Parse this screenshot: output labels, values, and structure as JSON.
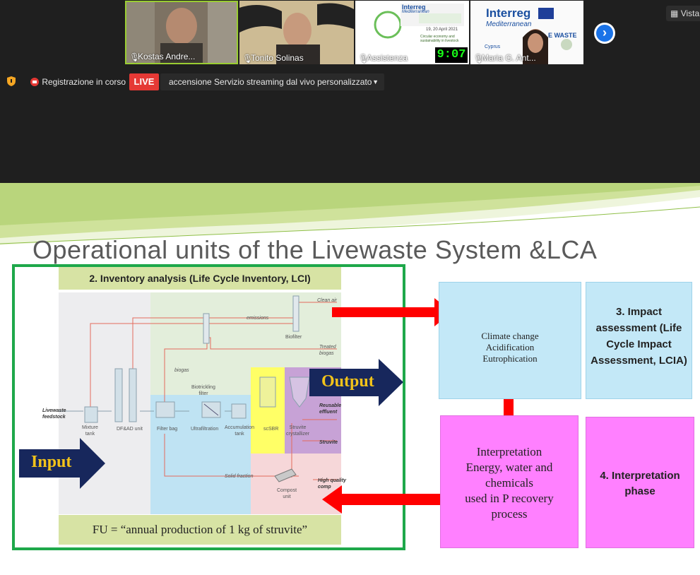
{
  "participants": [
    {
      "name": "Kostas Andre..."
    },
    {
      "name": "Tonito Solinas"
    },
    {
      "name": "Assistenza",
      "timer": "9:07"
    },
    {
      "name": "Maria G. Ant..."
    }
  ],
  "thumb3": {
    "logo": "Interreg",
    "sub": "Mediterranean",
    "date": "19, 20 April 2021",
    "caption": "Circular economy and sustainability in livestock"
  },
  "thumb4": {
    "logo": "Interreg",
    "sub": "Mediterranean",
    "badge": "E WASTE",
    "country": "Cyprus"
  },
  "view_button": "Vista",
  "recording": {
    "label": "Registrazione in corso"
  },
  "live": {
    "badge": "LIVE",
    "stream_label": "accensione Servizio streaming dal vivo personalizzato"
  },
  "slide": {
    "title": "Operational units of the Livewaste System &LCA",
    "inventory_header": "2. Inventory analysis (Life Cycle Inventory, LCI)",
    "fu_text": "FU = “annual production of 1 kg of struvite”",
    "input_label": "Input",
    "output_label": "Output",
    "impact_box": [
      "Climate change",
      "Acidification",
      "Eutrophication"
    ],
    "impact_assessment": "3. Impact assessment (Life Cycle Impact Assessment, LCIA)",
    "interpretation_box": [
      "Interpretation",
      "Energy, water and chemicals",
      "used in P recovery",
      "process"
    ],
    "interpretation_phase": "4. Interpretation phase",
    "diagram": {
      "clean_air": "Clean air",
      "emissions": "emissions",
      "biofilter": "Biofilter",
      "treated_biogas": [
        "Treated",
        "biogas"
      ],
      "biogas": "biogas",
      "biotrickling": [
        "Biotrickling",
        "filter"
      ],
      "feedstock": [
        "Livewaste",
        "feedstock"
      ],
      "mixture_tank": [
        "Mixture",
        "tank"
      ],
      "dfad": "DF&AD unit",
      "filter_bag": "Filter bag",
      "ultrafiltration": "Ultrafiltration",
      "accumulation": [
        "Accumulation",
        "tank"
      ],
      "scsbr": "scSBR",
      "struvite_cryst": [
        "Struvite",
        "crystallizer"
      ],
      "reusable": [
        "Reusable",
        "effluent"
      ],
      "struvite": "Struvite",
      "solid_fraction": "Solid fraction",
      "high_quality": [
        "High quality",
        "comp"
      ],
      "compost": [
        "Compost",
        "unit"
      ]
    }
  },
  "colors": {
    "green_frame": "#1ea84a",
    "red_arrow": "#ff0000",
    "navy_arrow": "#17275c",
    "light_blue": "#c3e8f7",
    "pink": "#ff80ff",
    "header_green": "#d7e3a4"
  }
}
